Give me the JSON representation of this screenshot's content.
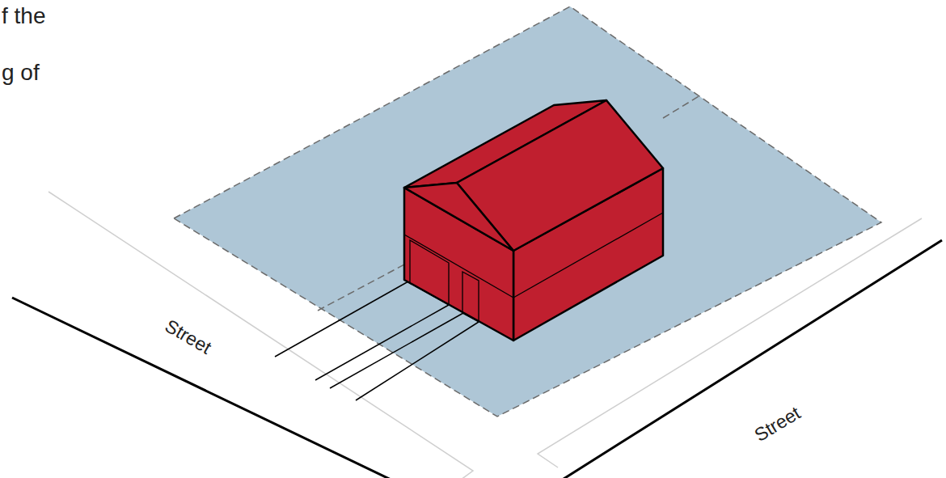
{
  "diagram": {
    "labels": [
      "f the",
      "g of",
      "Street",
      "Street"
    ]
  }
}
